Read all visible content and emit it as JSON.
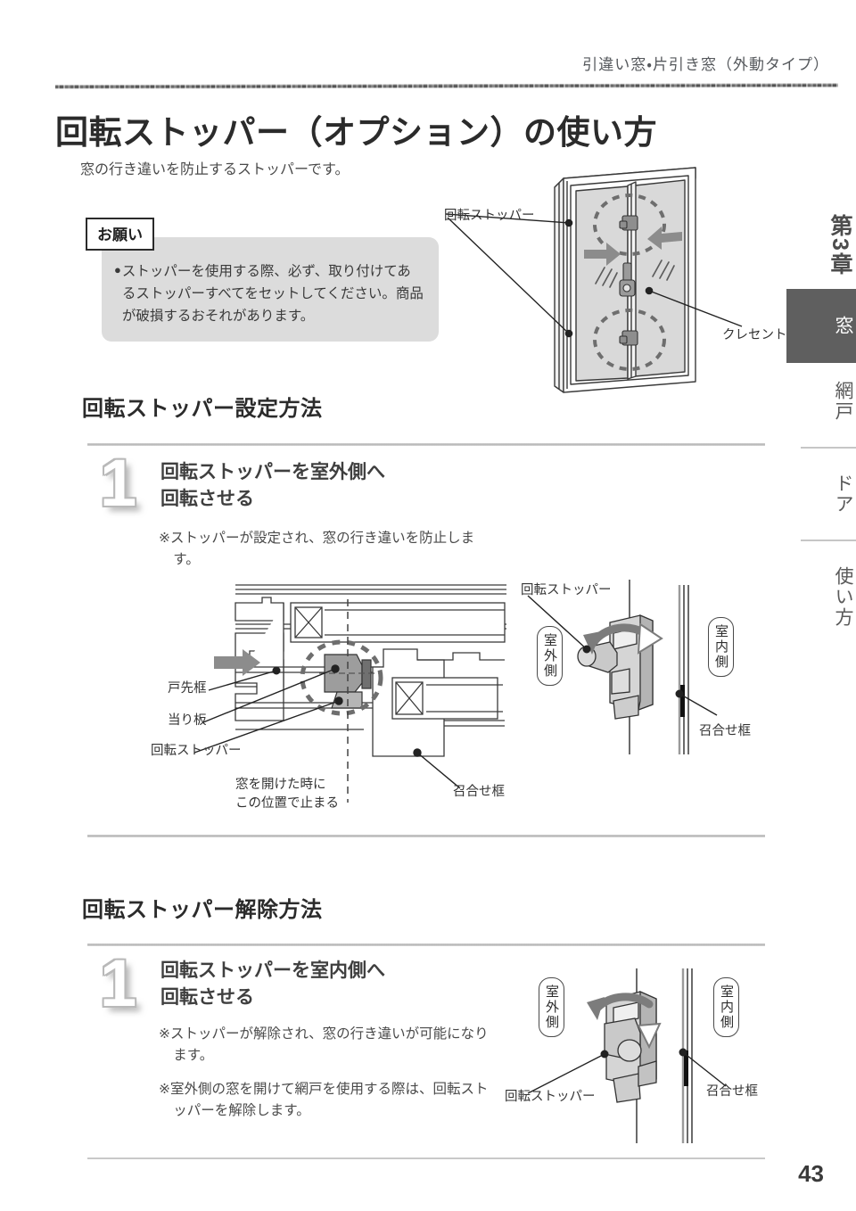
{
  "header": {
    "breadcrumb": "引違い窓・片引き窓（外動タイプ）"
  },
  "title": {
    "main": "回転ストッパー（オプション）の使い方",
    "subtitle": "窓の行き違いを防止するストッパーです。"
  },
  "notice": {
    "label": "お願い",
    "bullet": "●",
    "text": "ストッパーを使用する際、必ず、取り付けてあるストッパーすべてをセットしてください。商品が破損するおそれがあります。"
  },
  "window_diagram": {
    "label_stopper": "回転ストッパー",
    "label_crescent": "クレセント"
  },
  "sections": [
    {
      "heading": "回転ストッパー設定方法",
      "step_number": "1",
      "step_title_line1": "回転ストッパーを室外側へ",
      "step_title_line2": "回転させる",
      "notes": [
        "※ストッパーが設定され、窓の行き違いを防止します。"
      ],
      "cross_section_labels": {
        "tosaki_kamachi": "戸先框",
        "atariban": "当り板",
        "kaiten_stopper": "回転ストッパー",
        "stop_position_line1": "窓を開けた時に",
        "stop_position_line2": "この位置で止まる",
        "meshiawase_kamachi": "召合せ框"
      },
      "detail_labels": {
        "stopper": "回転ストッパー",
        "outside": "室外側",
        "inside": "室内側",
        "meshiawase_kamachi": "召合せ框"
      }
    },
    {
      "heading": "回転ストッパー解除方法",
      "step_number": "1",
      "step_title_line1": "回転ストッパーを室内側へ",
      "step_title_line2": "回転させる",
      "notes": [
        "※ストッパーが解除され、窓の行き違いが可能になります。",
        "※室外側の窓を開けて網戸を使用する際は、回転ストッパーを解除します。"
      ],
      "detail_labels": {
        "stopper": "回転ストッパー",
        "outside": "室外側",
        "inside": "室内側",
        "meshiawase_kamachi": "召合せ框"
      }
    }
  ],
  "side_tabs": {
    "chapter": "第3章",
    "items": [
      {
        "label": "窓",
        "active": true
      },
      {
        "label": "網戸",
        "active": false
      },
      {
        "label": "ドア",
        "active": false
      },
      {
        "label": "使い方",
        "active": false
      }
    ]
  },
  "footer": {
    "page_number": "43"
  },
  "colors": {
    "accent_dark": "#5f5f5f",
    "notice_bg": "#dcdcdc",
    "text": "#3a3a3a",
    "arrow_gray": "#8c8c8c"
  }
}
